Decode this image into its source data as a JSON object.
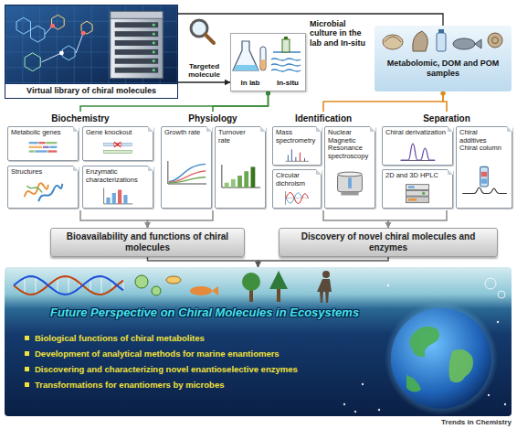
{
  "diagram": {
    "nodes": [
      {
        "text": [
          "Virtual library of chiral molecules"
        ]
      },
      {
        "text": [
          "Microbial culture in the lab and In-situ"
        ]
      },
      {
        "text": [
          "Metabolomic, DOM and POM samples"
        ]
      },
      {
        "text": [
          "Biochemistry"
        ]
      },
      {
        "text": [
          "Metabolic genes"
        ],
        "in": 3
      },
      {
        "text": [
          "Gene knockout"
        ],
        "in": 3
      },
      {
        "text": [
          "Structures"
        ],
        "in": 3
      },
      {
        "text": [
          "Enzymatic characterizations"
        ],
        "in": 3
      },
      {
        "text": [
          "Physiology"
        ]
      },
      {
        "text": [
          "Growth rate"
        ],
        "in": 8
      },
      {
        "text": [
          "Turnover rate"
        ],
        "in": 8
      },
      {
        "text": [
          "Identification"
        ]
      },
      {
        "text": [
          "Mass spectrometry"
        ],
        "in": 11
      },
      {
        "text": [
          "Nuclear Magnetic Resonance spectroscopy"
        ],
        "in": 11
      },
      {
        "text": [
          "Circular dichroism"
        ],
        "in": 11
      },
      {
        "text": [
          "Separation"
        ]
      },
      {
        "text": [
          "Chiral derivatization"
        ],
        "in": 15
      },
      {
        "text": [
          "Chiral additives Chiral column"
        ],
        "in": 15
      },
      {
        "text": [
          "2D and 3D HPLC"
        ],
        "in": 15
      },
      {
        "text": [
          "Bioavailability and functions of chiral molecules"
        ]
      },
      {
        "text": [
          "Discovery of novel chiral molecules and enzymes"
        ]
      },
      {
        "text": [
          "Future Perspective on Chiral Molecules in Ecosystems",
          "Biological functions of chiral metabolites",
          "Development of analytical methods for marine enantiomers",
          "Discovering and characterizing novel enantioselective enzymes",
          "Transformations for enantiomers by microbes"
        ]
      }
    ],
    "edges": [
      {
        "from": 0,
        "to": 1,
        "arrow": "to",
        "label": "Targeted molecule"
      },
      {
        "from": 0,
        "to": 2,
        "arrow": "none"
      },
      {
        "from": 1,
        "to": 3,
        "arrow": "none"
      },
      {
        "from": 1,
        "to": 8,
        "arrow": "none"
      },
      {
        "from": 2,
        "to": 11,
        "arrow": "none"
      },
      {
        "from": 2,
        "to": 15,
        "arrow": "none"
      },
      {
        "from": 3,
        "to": 19,
        "arrow": "to"
      },
      {
        "from": 8,
        "to": 19,
        "arrow": "to"
      },
      {
        "from": 11,
        "to": 20,
        "arrow": "to"
      },
      {
        "from": 15,
        "to": 20,
        "arrow": "to"
      },
      {
        "from": 19,
        "to": 21,
        "arrow": "to"
      },
      {
        "from": 20,
        "to": 21,
        "arrow": "to"
      }
    ],
    "labels": [
      "In lab",
      "In-situ",
      "Trends in Chemistry"
    ]
  }
}
